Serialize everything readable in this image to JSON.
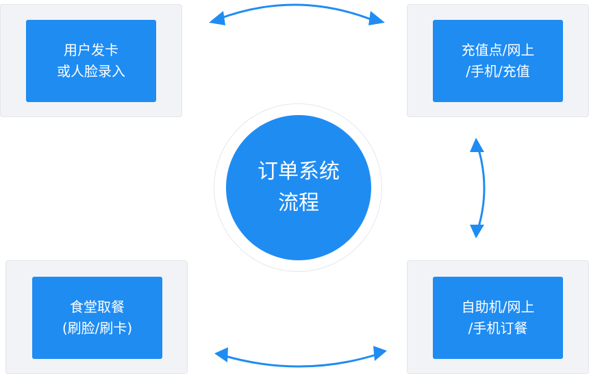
{
  "center": {
    "line1": "订单系统",
    "line2": "流程"
  },
  "nodes": {
    "top_left": {
      "line1": "用户发卡",
      "line2": "或人脸录入"
    },
    "top_right": {
      "line1": "充值点/网上",
      "line2": "/手机/充值"
    },
    "bottom_left": {
      "line1": "食堂取餐",
      "line2": "(刷脸/刷卡)"
    },
    "bottom_right": {
      "line1": "自助机/网上",
      "line2": "/手机订餐"
    }
  },
  "colors": {
    "primary": "#1f8cf2",
    "card_bg": "#f2f3f6",
    "card_border": "#e3e5ea"
  }
}
